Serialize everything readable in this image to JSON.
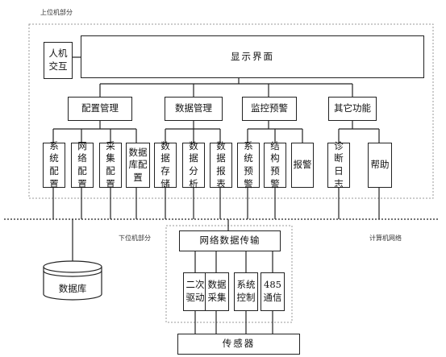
{
  "labels": {
    "upper_machine": "上位机部分",
    "lower_machine": "下位机部分",
    "network": "计算机网络"
  },
  "boxes": {
    "hci": "人机交互",
    "display": "显示界面",
    "config_mgmt": "配置管理",
    "data_mgmt": "数据管理",
    "monitor_alarm": "监控预警",
    "other_func": "其它功能",
    "sys_config": "系统配置",
    "net_config": "网络配置",
    "collect_config": "采集配置",
    "db_config": "数据库配置",
    "data_store": "数据存储",
    "data_analysis": "数据分析",
    "data_report": "数据报表",
    "sys_warn": "系统预警",
    "struct_warn": "结构预警",
    "alarm": "报警",
    "diag_log": "诊断日志",
    "help": "帮助",
    "net_transfer": "网络数据传输",
    "second_drive": "二次驱动",
    "data_collect": "数据采集",
    "sys_control": "系统控制",
    "comm_485": "485通信",
    "sensor": "传感器",
    "database": "数据库"
  }
}
